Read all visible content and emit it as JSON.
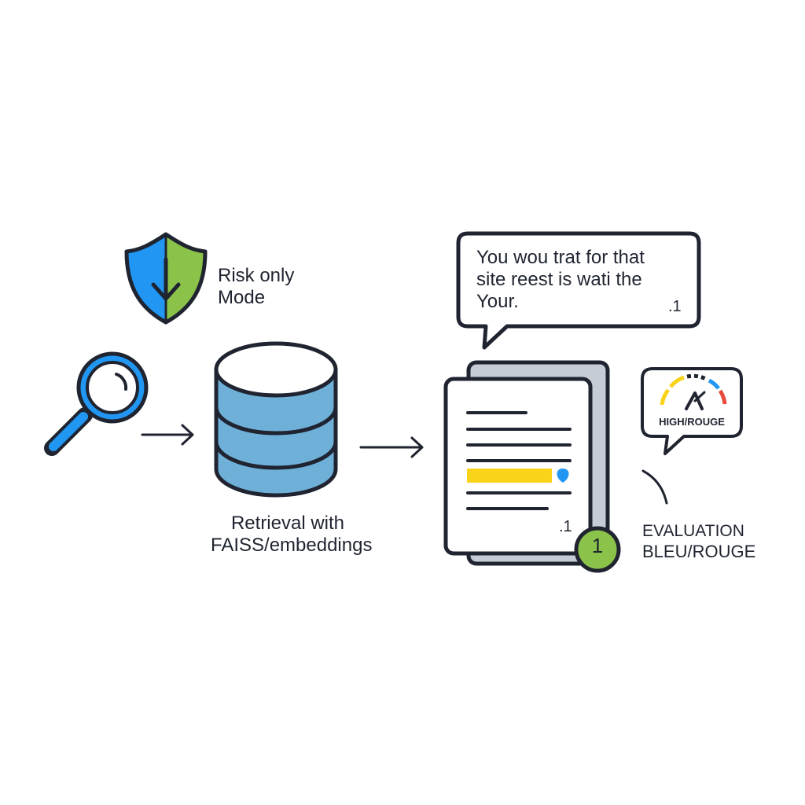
{
  "shield": {
    "icon": "shield-download-icon",
    "label_line1": "Risk only",
    "label_line2": "Mode",
    "colors": {
      "left": "#2196f3",
      "right": "#8bc34a"
    }
  },
  "search": {
    "icon": "magnifying-glass-icon",
    "color": "#2196f3"
  },
  "database": {
    "icon": "database-icon",
    "color": "#6fb0d8"
  },
  "retrieval": {
    "line1": "Retrieval with",
    "line2": "FAISS/embeddings"
  },
  "chat_bubble": {
    "line1": "You wou trat for that",
    "line2": "site reest is wati the",
    "line3": "Your.",
    "note": ".1"
  },
  "document": {
    "icon": "document-stack-icon",
    "note": ".1",
    "highlight_color": "#f9d21a",
    "badge": {
      "number": "1",
      "color": "#8bc34a"
    }
  },
  "gauge": {
    "icon": "gauge-icon",
    "label": "HIGH/ROUGE"
  },
  "evaluation": {
    "line1": "EVALUATION",
    "line2": "BLEU/ROUGE"
  }
}
